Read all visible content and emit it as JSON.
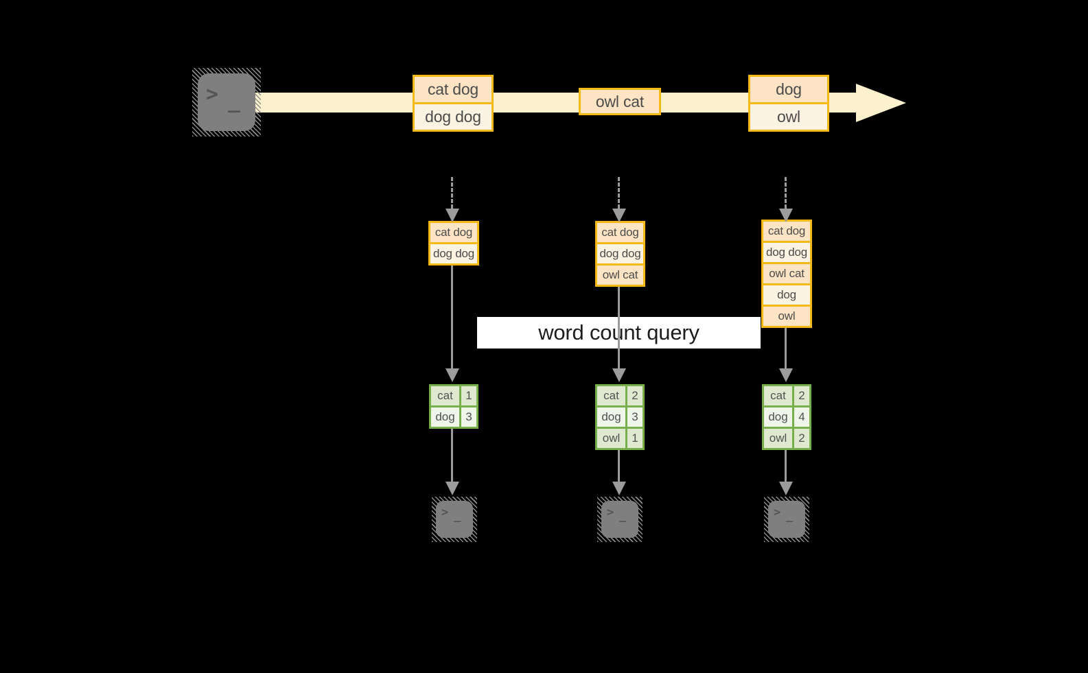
{
  "icons": {
    "prompt_chevron": ">",
    "prompt_underscore": "_"
  },
  "query": {
    "label": "word count query"
  },
  "stream": {
    "batches": [
      {
        "rows": [
          "cat dog",
          "dog dog"
        ]
      },
      {
        "rows": [
          "owl cat"
        ]
      },
      {
        "rows": [
          "dog",
          "owl"
        ]
      }
    ]
  },
  "state": {
    "buffers": [
      {
        "rows": [
          "cat dog",
          "dog dog"
        ]
      },
      {
        "rows": [
          "cat dog",
          "dog dog",
          "owl cat"
        ]
      },
      {
        "rows": [
          "cat dog",
          "dog dog",
          "owl cat",
          "dog",
          "owl"
        ]
      }
    ]
  },
  "results": {
    "tables": [
      {
        "rows": [
          {
            "word": "cat",
            "count": 1
          },
          {
            "word": "dog",
            "count": 3
          }
        ]
      },
      {
        "rows": [
          {
            "word": "cat",
            "count": 2
          },
          {
            "word": "dog",
            "count": 3
          },
          {
            "word": "owl",
            "count": 1
          }
        ]
      },
      {
        "rows": [
          {
            "word": "cat",
            "count": 2
          },
          {
            "word": "dog",
            "count": 4
          },
          {
            "word": "owl",
            "count": 2
          }
        ]
      }
    ]
  },
  "colors": {
    "gold_border": "#f6b915",
    "peach_fill": "#fce4c5",
    "cream_fill": "#fdf3e3",
    "stream_band": "#fbf1cd",
    "green_border": "#77af4d",
    "green_fill": "#dfe9d0",
    "green_fill_light": "#f0f5ea",
    "arrow_gray": "#9c9c9c",
    "terminal_gray": "#7f7f7f",
    "query_bg": "#ffffff"
  }
}
